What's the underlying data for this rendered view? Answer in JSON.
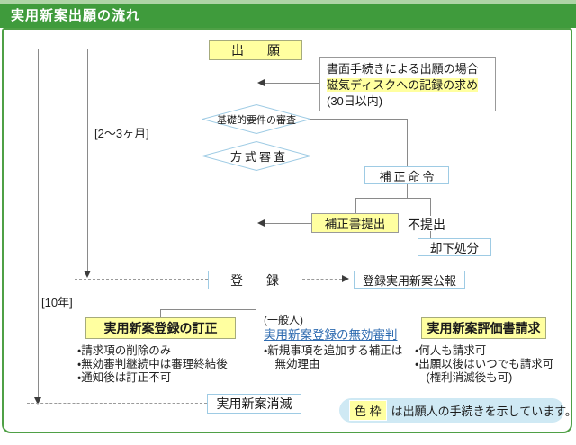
{
  "title": "実用新案出願の流れ",
  "flow": {
    "application": "出　願",
    "paper_note": [
      "書面手続きによる出願の場合",
      "磁気ディスクへの記録の求め",
      "(30日以内)"
    ],
    "basic_exam": "基礎的要件の審査",
    "formality_exam": "方式審査",
    "amendment_order": "補正命令",
    "amendment_submit": "補正書提出",
    "no_submit": "不提出",
    "dismissal": "却下処分",
    "registration": "登　録",
    "gazette": "登録実用新案公報",
    "extinction": "実用新案消滅"
  },
  "timeline": {
    "months": "[2〜3ヶ月]",
    "years": "[10年]"
  },
  "correction": {
    "title": "実用新案登録の訂正",
    "bullets": [
      "・請求項の削除のみ",
      "・無効審判継続中は審理終結後",
      "・通知後は訂正不可"
    ]
  },
  "invalidation": {
    "note": "(一般人)",
    "title": "実用新案登録の無効審判",
    "bullets": [
      "・新規事項を追加する補正は",
      "　無効理由"
    ]
  },
  "evaluation": {
    "title": "実用新案評価書請求",
    "bullets": [
      "・何人も請求可",
      "・出願以後はいつでも請求可",
      "　(権利消滅後も可)"
    ]
  },
  "legend": {
    "chip": "色 枠",
    "text": "は出願人の手続きを示しています。"
  },
  "colors": {
    "header_green": "#3f9b3c",
    "frame_green": "#4fa046",
    "highlight_yellow": "#ffffa0",
    "node_blue_border": "#9ecbe4",
    "link_blue": "#2e6bb0",
    "legend_blue": "#cfe9f4",
    "line_gray": "#8a8a8a"
  }
}
